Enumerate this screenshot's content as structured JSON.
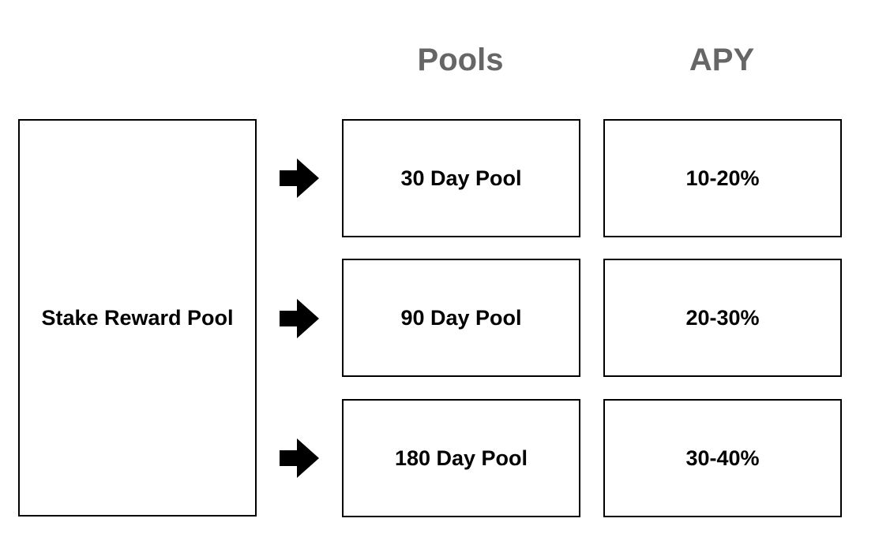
{
  "headers": {
    "pools": "Pools",
    "apy": "APY"
  },
  "source": {
    "label": "Stake Reward Pool"
  },
  "rows": [
    {
      "pool": "30 Day Pool",
      "apy": "10-20%"
    },
    {
      "pool": "90 Day Pool",
      "apy": "20-30%"
    },
    {
      "pool": "180 Day Pool",
      "apy": "30-40%"
    }
  ],
  "colors": {
    "header_text": "#666666",
    "box_border": "#000000",
    "text": "#000000",
    "arrow": "#000000",
    "background": "#ffffff"
  },
  "icons": {
    "connector": "arrow-right-icon"
  }
}
